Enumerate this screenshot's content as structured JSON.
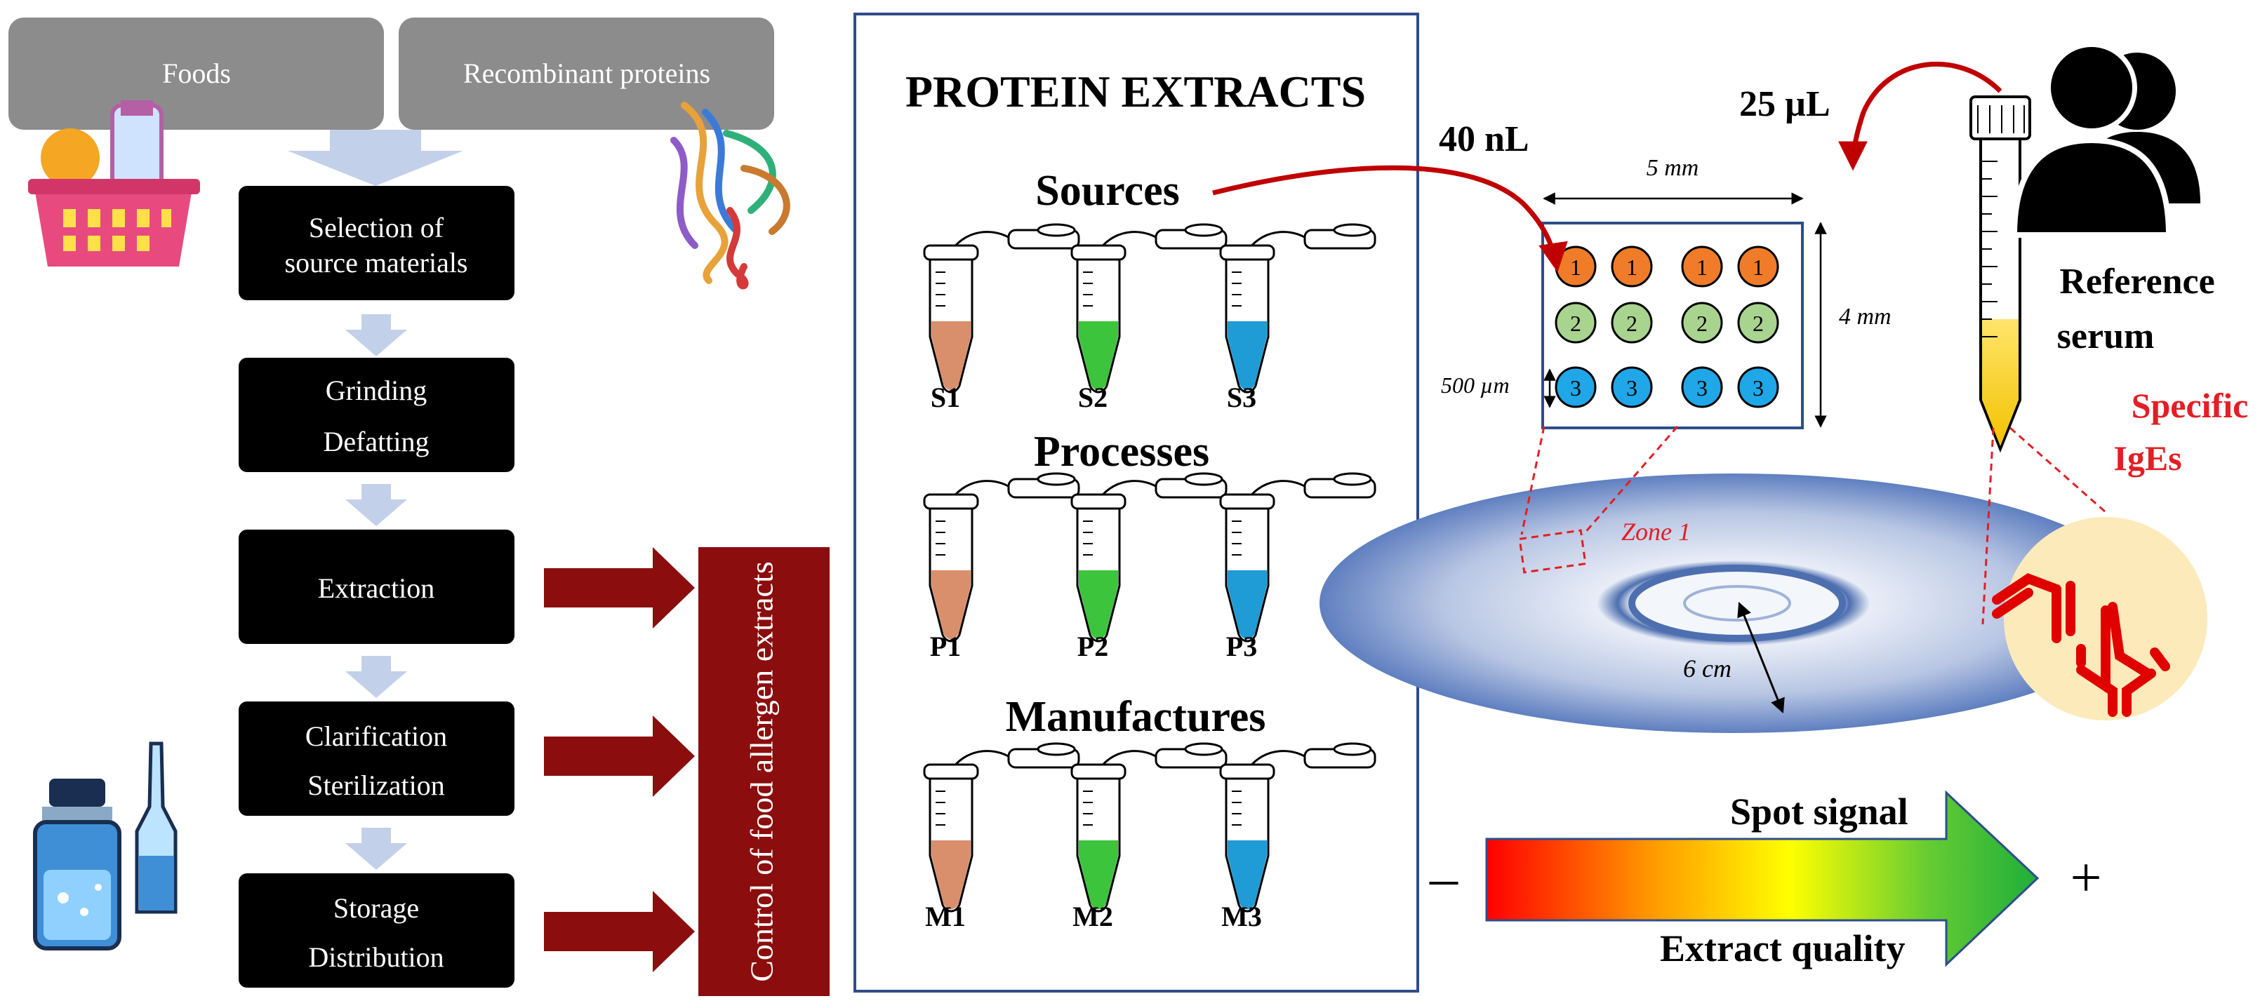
{
  "flow": {
    "top_left_label": "Foods",
    "top_right_label": "Recombinant proteins",
    "steps": [
      [
        "Selection of",
        "source materials"
      ],
      [
        "Grinding",
        "Defatting"
      ],
      [
        "Extraction"
      ],
      [
        "Clarification",
        "Sterilization"
      ],
      [
        "Storage",
        "Distribution"
      ]
    ],
    "control_label": "Control of food allergen extracts"
  },
  "extracts": {
    "title": "PROTEIN EXTRACTS",
    "groups": [
      {
        "name": "Sources",
        "labels": [
          "S1",
          "S2",
          "S3"
        ]
      },
      {
        "name": "Processes",
        "labels": [
          "P1",
          "P2",
          "P3"
        ]
      },
      {
        "name": "Manufactures",
        "labels": [
          "M1",
          "M2",
          "M3"
        ]
      }
    ]
  },
  "chip": {
    "volume_spot": "40 nL",
    "width_label": "5 mm",
    "height_label": "4 mm",
    "spot_label": "500 µm",
    "rows": [
      "1",
      "2",
      "3"
    ],
    "zone_label": "Zone 1",
    "disc_label": "6 cm"
  },
  "serum": {
    "volume": "25 µL",
    "label_line1": "Reference",
    "label_line2": "serum",
    "ige_line1": "Specific",
    "ige_line2": "IgEs"
  },
  "gradient": {
    "top_label": "Spot signal",
    "bottom_label": "Extract quality",
    "minus": "–",
    "plus": "+"
  },
  "colors": {
    "dark_red": "#8b0d0d",
    "bright_red": "#c00000",
    "label_red": "#e31e24",
    "gray_box": "#8c8c8c",
    "light_arrow": "#c3d0ea",
    "frame_blue": "#2e4d8a",
    "tube_brown": "#d98f6b",
    "tube_green": "#3cc43c",
    "tube_blue": "#1f9bd6",
    "spot_orange": "#f07c2a",
    "spot_green": "#a9d48f",
    "spot_blue": "#1fa7e8"
  }
}
